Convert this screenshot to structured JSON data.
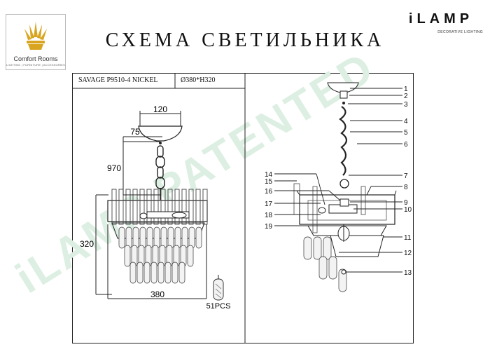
{
  "brand": {
    "name": "Comfort Rooms",
    "tagline": "LIGHTING | FURNITURE | ACCESSORIES"
  },
  "logo": {
    "name": "iLAMP",
    "tagline": "DECORATIVE LIGHTING"
  },
  "title": "СХЕМА СВЕТИЛЬНИКА",
  "spec": {
    "model": "SAVAGE P9510-4 NICKEL",
    "size": "Ø380*H320"
  },
  "watermark": "iLAMP PATENTED",
  "dimensions": {
    "top_width": "120",
    "canopy_height": "75",
    "chain_length": "970",
    "body_height": "320",
    "body_width": "380",
    "pendant_count": "51PCS"
  },
  "callouts": [
    "1",
    "2",
    "3",
    "4",
    "5",
    "6",
    "7",
    "8",
    "9",
    "10",
    "11",
    "12",
    "13",
    "14",
    "15",
    "16",
    "17",
    "18",
    "19"
  ],
  "colors": {
    "line": "#222222",
    "watermark": "#dcefe2",
    "gold": "#d9a520"
  }
}
